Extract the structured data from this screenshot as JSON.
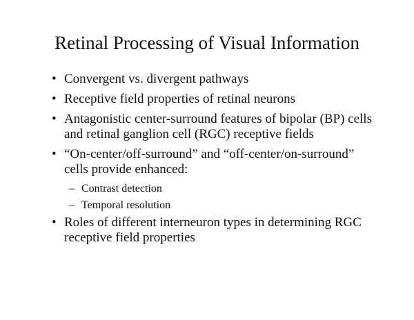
{
  "slide": {
    "title": "Retinal Processing of Visual Information",
    "bullet_glyph": "•",
    "sub_bullet_glyph": "–",
    "bullets": [
      {
        "level": 1,
        "text": "Convergent vs. divergent pathways"
      },
      {
        "level": 1,
        "text": "Receptive field properties of retinal neurons"
      },
      {
        "level": 1,
        "text": "Antagonistic center-surround features of bipolar (BP) cells and retinal ganglion cell (RGC) receptive fields"
      },
      {
        "level": 1,
        "text": "“On-center/off-surround” and “off-center/on-surround” cells provide enhanced:"
      },
      {
        "level": 2,
        "text": "Contrast detection"
      },
      {
        "level": 2,
        "text": "Temporal resolution"
      },
      {
        "level": 1,
        "text": "Roles of different interneuron types in determining RGC receptive field properties"
      }
    ],
    "colors": {
      "background": "#ffffff",
      "text": "#111111"
    }
  }
}
